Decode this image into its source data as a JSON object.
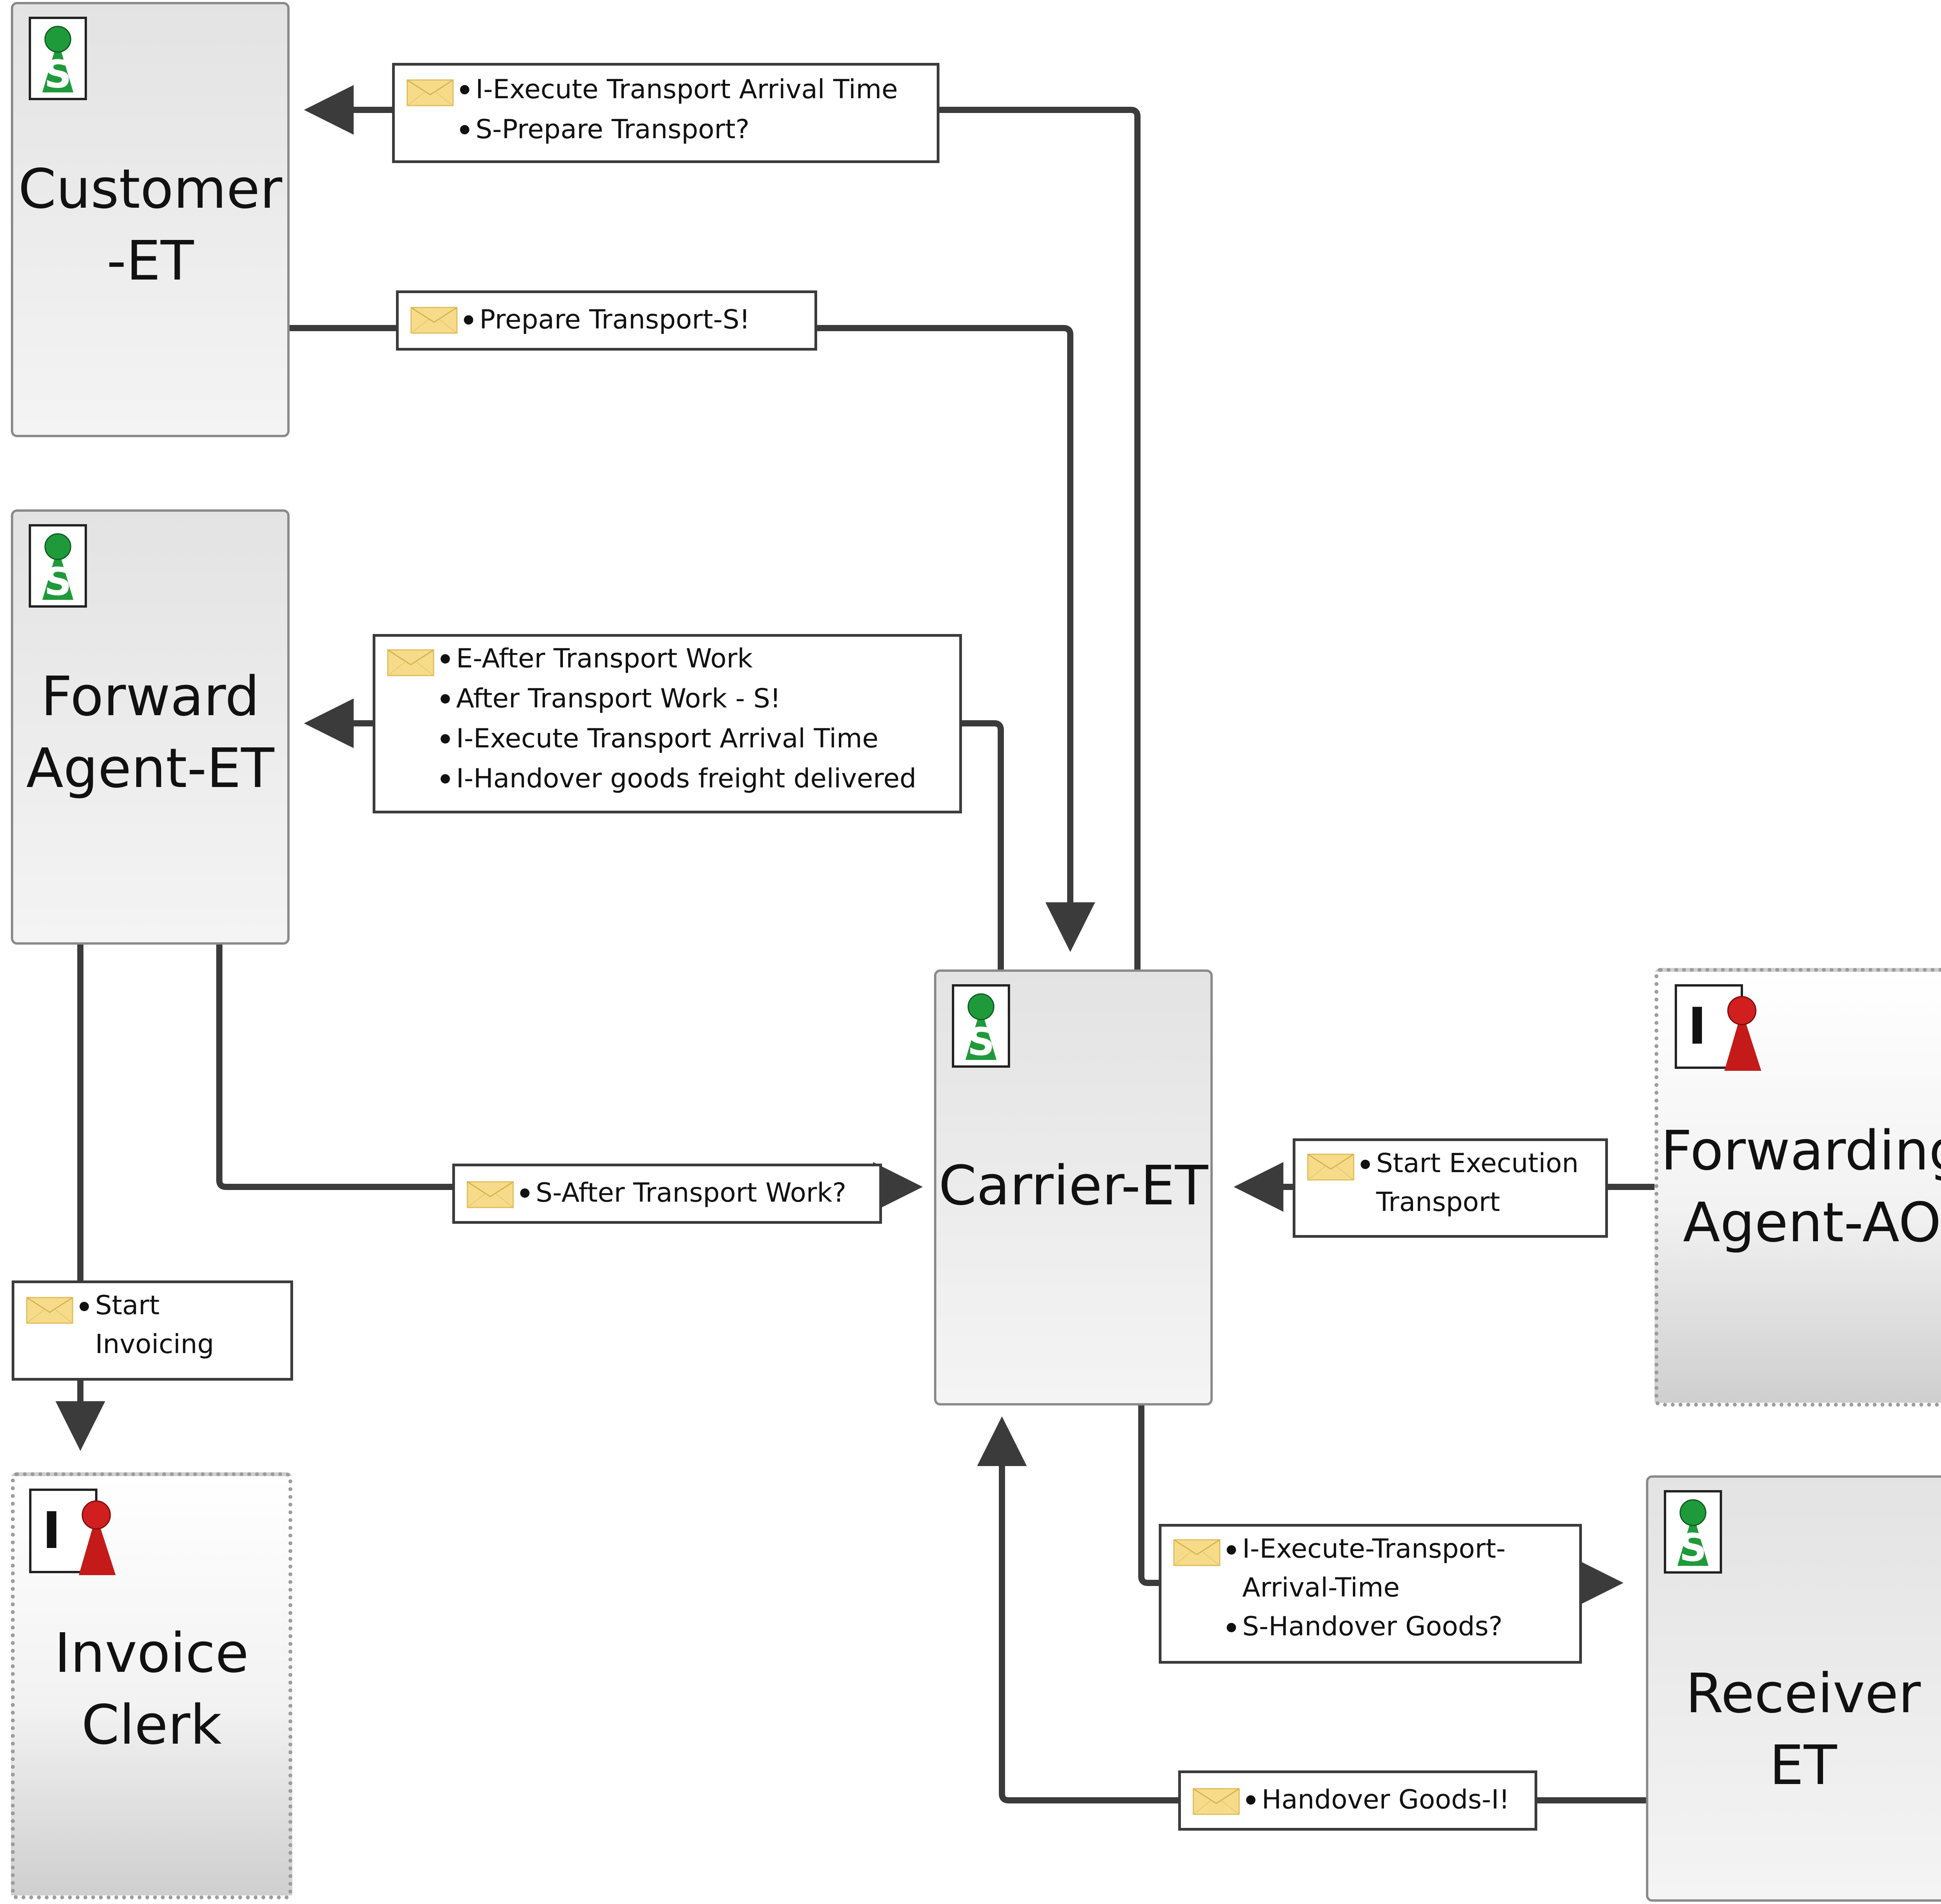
{
  "diagram": {
    "subjects": [
      {
        "id": "customer",
        "lines": [
          "Customer",
          "-ET"
        ],
        "role": "S"
      },
      {
        "id": "forward-agent",
        "lines": [
          "Forward",
          "Agent-ET"
        ],
        "role": "S"
      },
      {
        "id": "carrier",
        "lines": [
          "Carrier-ET"
        ],
        "role": "S"
      },
      {
        "id": "forwarding-agent-ao",
        "lines": [
          "Forwarding",
          "Agent-AO"
        ],
        "role": "I"
      },
      {
        "id": "invoice-clerk",
        "lines": [
          "Invoice",
          "Clerk"
        ],
        "role": "I"
      },
      {
        "id": "receiver",
        "lines": [
          "Receiver ET"
        ],
        "role": "S"
      }
    ],
    "messages": [
      {
        "id": "carrier-to-customer",
        "items": [
          "I-Execute Transport Arrival Time",
          "S-Prepare Transport?"
        ]
      },
      {
        "id": "customer-to-carrier",
        "items": [
          "Prepare Transport-S!"
        ]
      },
      {
        "id": "carrier-to-forward-agent",
        "items": [
          "E-After Transport Work",
          "After Transport Work - S!",
          "I-Execute Transport Arrival Time",
          "I-Handover goods freight delivered"
        ]
      },
      {
        "id": "forward-agent-to-carrier",
        "items": [
          "S-After Transport Work?"
        ]
      },
      {
        "id": "forwarding-agent-ao-to-carrier",
        "items": [
          "Start Execution",
          "Transport"
        ]
      },
      {
        "id": "forward-agent-to-invoice-clerk",
        "items": [
          "Start",
          "Invoicing"
        ]
      },
      {
        "id": "carrier-to-receiver",
        "items": [
          "I-Execute-Transport-",
          "Arrival-Time",
          "S-Handover Goods?"
        ]
      },
      {
        "id": "receiver-to-carrier",
        "items": [
          "Handover Goods-I!"
        ]
      }
    ],
    "badge_letters": {
      "subject": "S",
      "interface": "I"
    },
    "colors": {
      "connector": "#3b3b3b",
      "badge_green": "#1f9a3a",
      "badge_red": "#c41a1a",
      "envelope": "#f6dc8a"
    }
  }
}
